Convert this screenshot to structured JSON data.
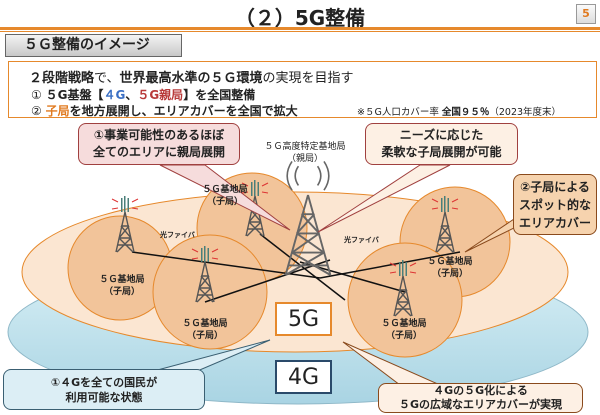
{
  "header": {
    "title": "（２）5G整備",
    "page_number": "5"
  },
  "section_title": "５Ｇ整備のイメージ",
  "summary": {
    "line1_a": "２段階戦略",
    "line1_b": "で、",
    "line1_c": "世界最高水準の５Ｇ環境",
    "line1_d": "の実現を目指す",
    "line2_num": "①",
    "line2_a": "５G基盤【",
    "line2_b": "４G",
    "line2_c": "、",
    "line2_d": "５G親局",
    "line2_e": "】を全国整備",
    "line3_num": "②",
    "line3_a": "子局",
    "line3_b": "を地方展開し、エリアカバーを全国で拡大",
    "note_a": "※５G人口カバー率",
    "note_b": "全国９５％",
    "note_c": "（2023年度末）"
  },
  "callouts": {
    "parent": [
      "①事業可能性のあるほぼ",
      "全てのエリアに親局展開"
    ],
    "flexible": [
      "ニーズに応じた",
      "柔軟な子局展開が可能"
    ],
    "spot": [
      "②子局による",
      "スポット的な",
      "エリアカバー"
    ],
    "fourg": [
      "①４Gを全ての国民が",
      "利用可能な状態"
    ],
    "wide": [
      "４Gの５G化による",
      "５Gの広域なエリアカバーが実現"
    ]
  },
  "labels": {
    "parent_station": [
      "５Ｇ高度特定基地局",
      "（親局）"
    ],
    "child_station": [
      "５Ｇ基地局",
      "（子局）"
    ],
    "fiber": "光ファイバ",
    "layer_5g": "5G",
    "layer_4g": "4G"
  },
  "colors": {
    "accent": "#e6892c",
    "peach": "#f2c49a",
    "blue_disk": "#bfe3ee"
  }
}
